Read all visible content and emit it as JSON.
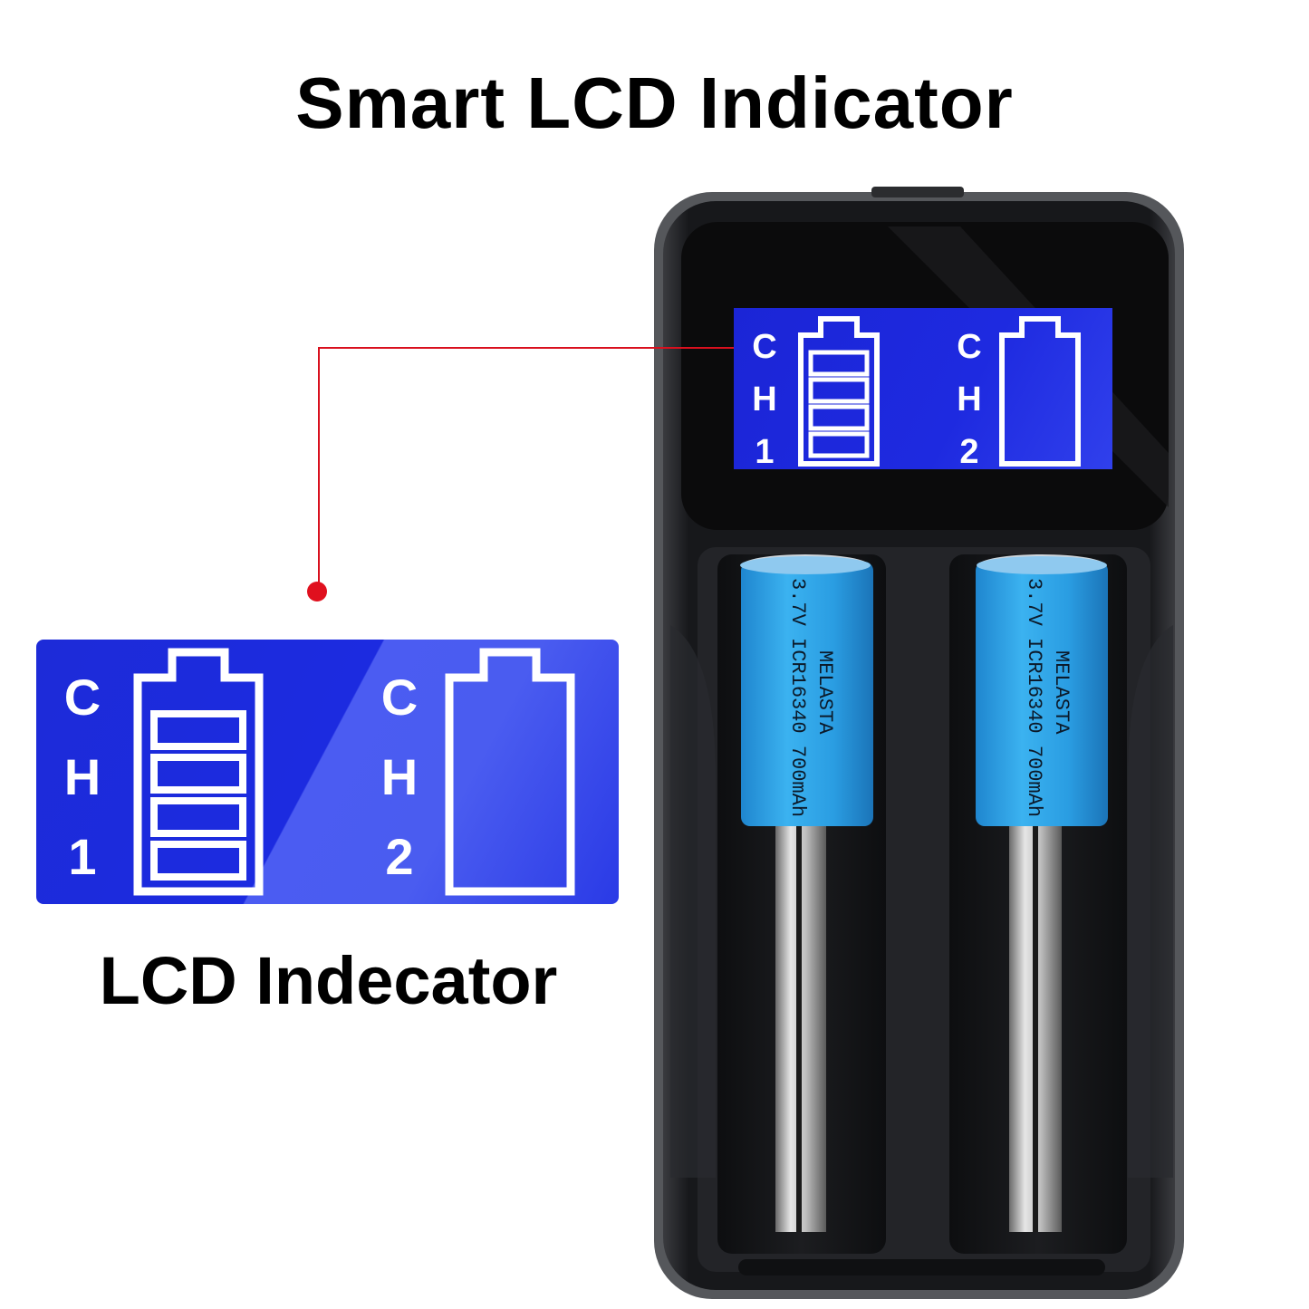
{
  "heading": "Smart LCD Indicator",
  "caption": "LCD Indecator",
  "channels": [
    {
      "letters": [
        "C",
        "H",
        "1"
      ],
      "charge_bars": 4,
      "max_bars": 4
    },
    {
      "letters": [
        "C",
        "H",
        "2"
      ],
      "charge_bars": 0,
      "max_bars": 4
    }
  ],
  "battery_label": {
    "line1": "MELASTA",
    "line2": "3.7V ICR16340 700mAh"
  },
  "colors": {
    "lcd_blue": "#1d2bd8",
    "accent_red": "#e0101e",
    "battery_cyan": "#2aa3e8",
    "charger_body": "#1e1f22"
  }
}
